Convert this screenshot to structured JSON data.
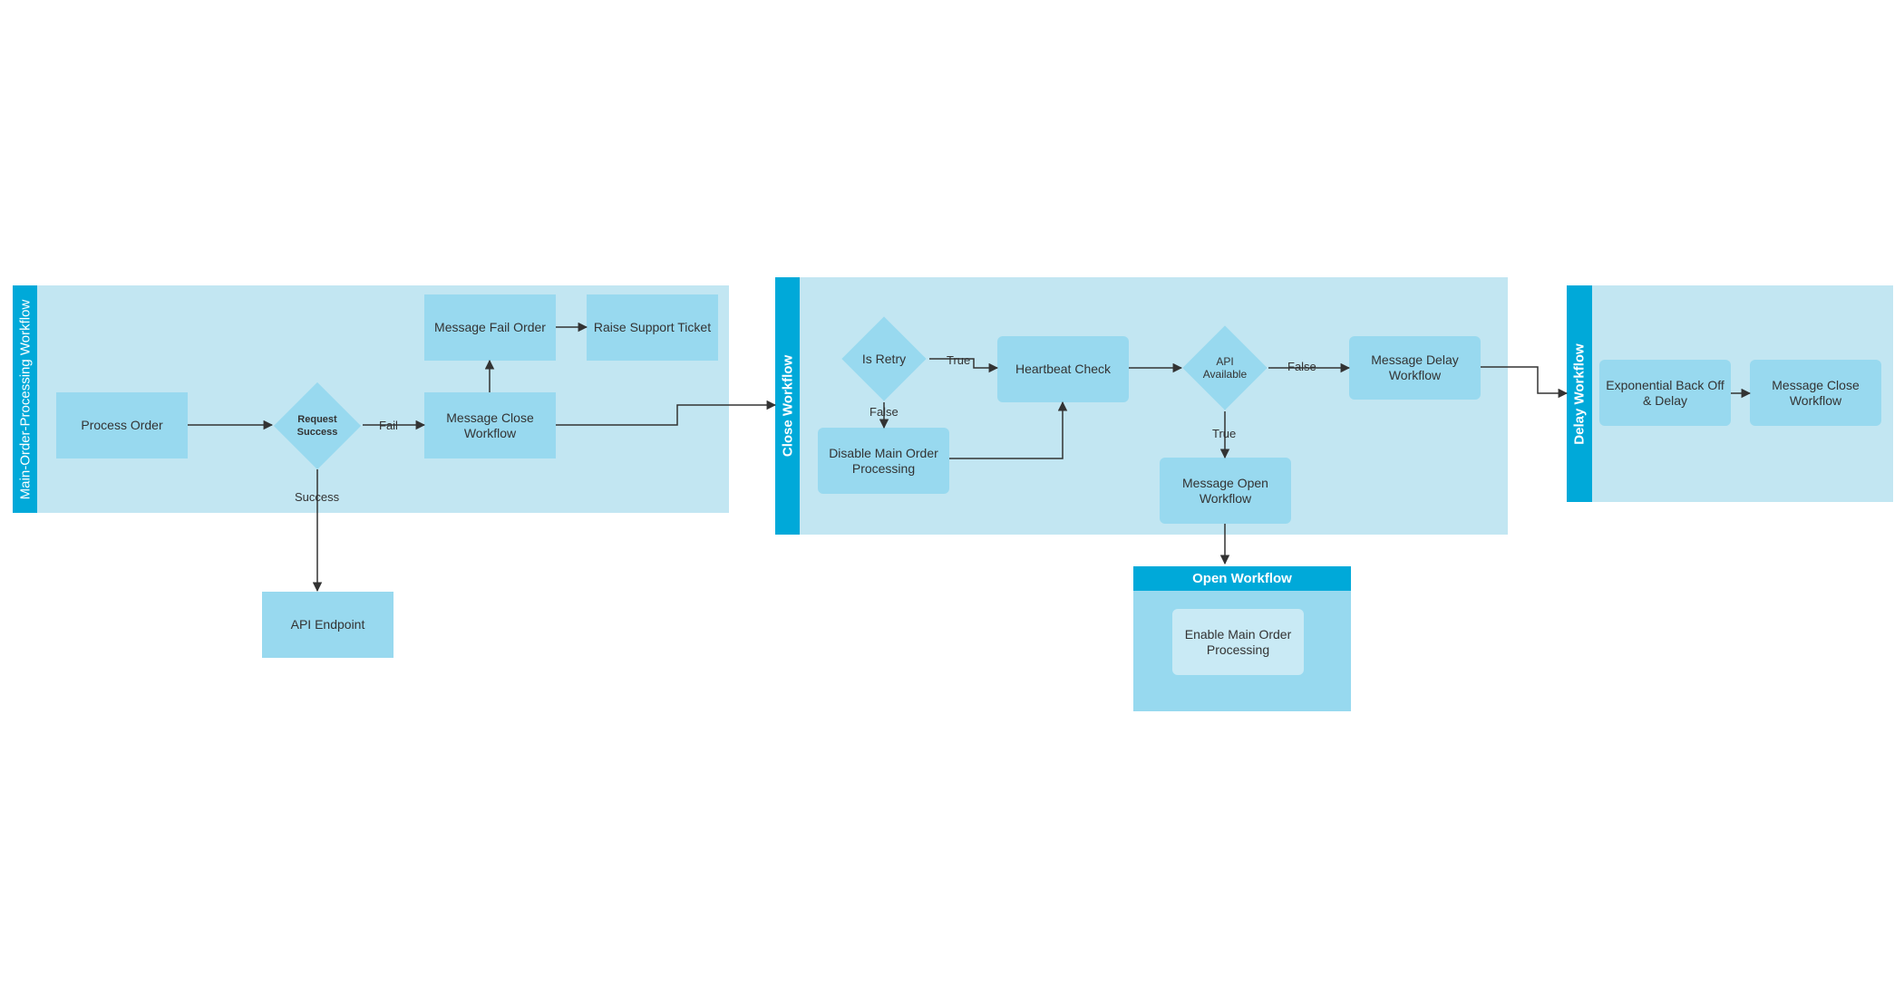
{
  "pools": {
    "main": {
      "title": "Main-Order-Processing Workflow"
    },
    "close": {
      "title": "Close Workflow"
    },
    "delay": {
      "title": "Delay Workflow"
    },
    "open": {
      "title": "Open Workflow"
    }
  },
  "nodes": {
    "process_order": "Process Order",
    "request_success": "Request Success",
    "message_close_workflow_1": "Message Close Workflow",
    "message_fail_order": "Message Fail Order",
    "raise_support_ticket": "Raise Support Ticket",
    "api_endpoint": "API Endpoint",
    "is_retry": "Is Retry",
    "disable_main_order_processing": "Disable Main Order Processing",
    "heartbeat_check": "Heartbeat Check",
    "api_available": "API Available",
    "message_delay_workflow": "Message Delay Workflow",
    "message_open_workflow": "Message Open Workflow",
    "exponential_back_off": "Exponential Back Off & Delay",
    "message_close_workflow_2": "Message Close Workflow",
    "enable_main_order_processing": "Enable Main Order Processing"
  },
  "edge_labels": {
    "fail": "Fail",
    "success": "Success",
    "is_retry_true": "True",
    "is_retry_false": "False",
    "api_false": "False",
    "api_true": "True"
  },
  "colors": {
    "pool_fill": "#c2e6f2",
    "pool_header": "#00a9d9",
    "node_fill": "#98d9ef",
    "edge": "#333333"
  }
}
